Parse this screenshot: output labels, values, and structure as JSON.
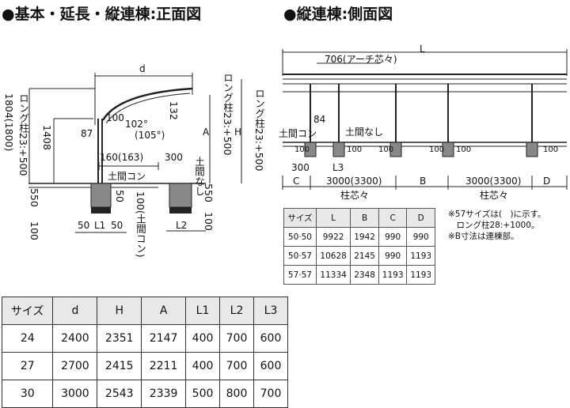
{
  "titles": {
    "front": "●基本・延長・縦連棟:正面図",
    "side": "●縦連棟:側面図"
  },
  "front_diagram": {
    "d": "d",
    "h1804": "1804(1800)",
    "long_left": "ロング柱23:+500",
    "h1408": "1408",
    "v100": "100",
    "v87": "87",
    "angle": "102°",
    "angle2": "(105°)",
    "v132": "132",
    "A": "A",
    "H": "H",
    "long_mid": "ロング柱23:+500",
    "long_right": "ロング柱23:+500",
    "v160": "160(163)",
    "v300": "300",
    "doma_con": "土間コン",
    "doma_nashi": "土間なし",
    "v550": "550",
    "v50_mid": "50",
    "v100_bottom": "100",
    "v50a": "50",
    "L1": "L1",
    "v50b": "50",
    "doma_con_v": "100(土間コン)",
    "L2": "L2",
    "v550r": "550",
    "v100r": "100"
  },
  "side_diagram": {
    "L": "L",
    "arch": "706(アーチ芯々)",
    "v84": "84",
    "doma_con": "土間コン",
    "doma_nashi": "土間なし",
    "v100_tags": [
      "100",
      "100",
      "100",
      "100",
      "100",
      "100"
    ],
    "v300": "300",
    "L3": "L3",
    "C": "C",
    "pitch1": "3000(3300)",
    "B": "B",
    "pitch2": "3000(3300)",
    "D": "D",
    "hashira1": "柱芯々",
    "hashira2": "柱芯々"
  },
  "side_table": {
    "headers": [
      "サイズ",
      "L",
      "B",
      "C",
      "D"
    ],
    "rows": [
      [
        "50·50",
        "9922",
        "1942",
        "990",
        "990"
      ],
      [
        "50·57",
        "10628",
        "2145",
        "990",
        "1193"
      ],
      [
        "57·57",
        "11334",
        "2348",
        "1193",
        "1193"
      ]
    ]
  },
  "notes": [
    "※57サイズは(　)に示す。",
    "　ロング柱28:+1000。",
    "※B寸法は連棟部。"
  ],
  "main_table": {
    "headers": [
      "サイズ",
      "d",
      "H",
      "A",
      "L1",
      "L2",
      "L3"
    ],
    "rows": [
      [
        "24",
        "2400",
        "2351",
        "2147",
        "400",
        "700",
        "600"
      ],
      [
        "27",
        "2700",
        "2415",
        "2211",
        "400",
        "700",
        "600"
      ],
      [
        "30",
        "3000",
        "2543",
        "2339",
        "500",
        "800",
        "700"
      ]
    ]
  }
}
